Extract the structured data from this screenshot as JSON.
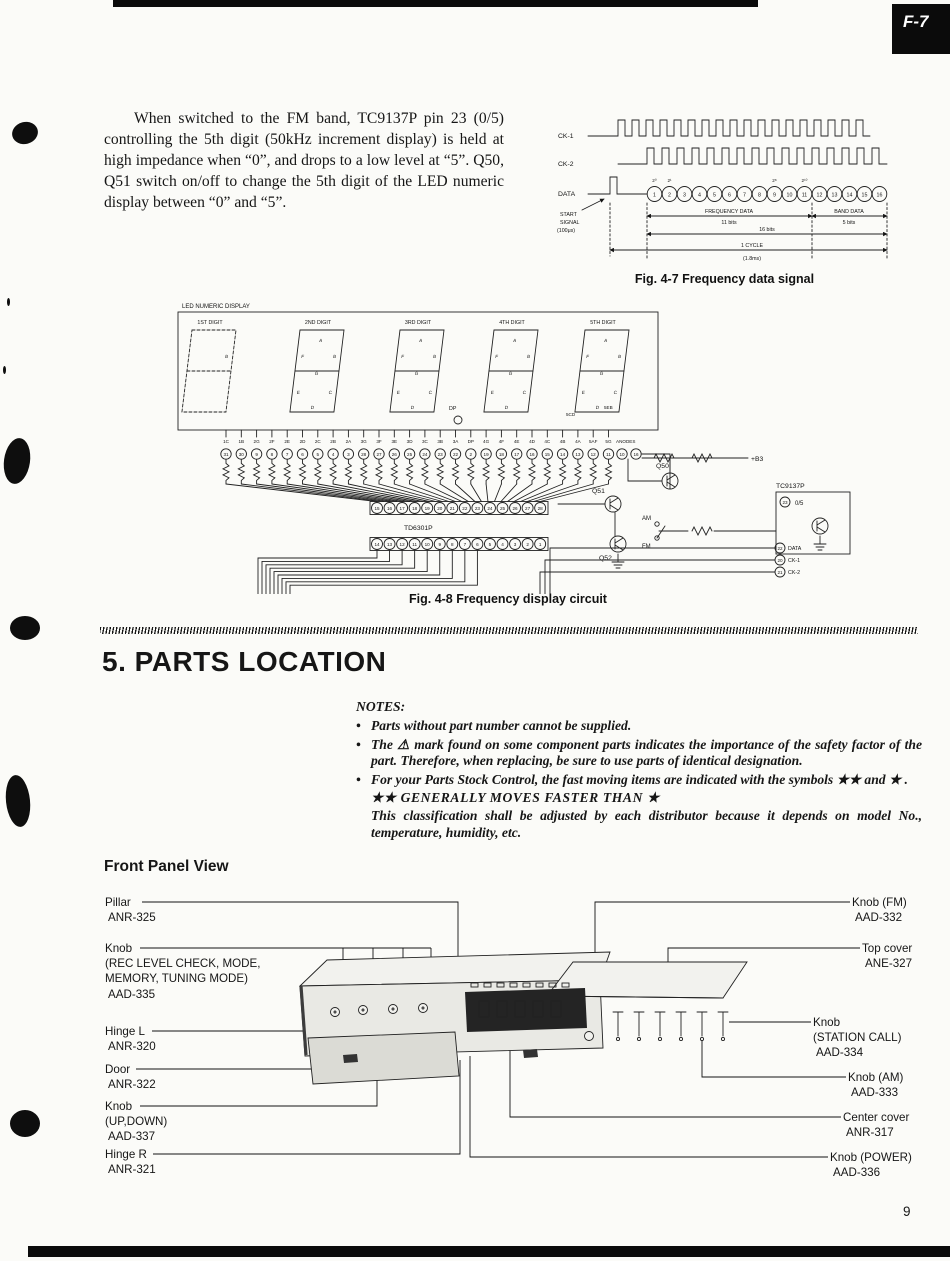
{
  "page": {
    "tab_label": "F-7",
    "page_number": "9"
  },
  "intro_paragraph": "When switched to the FM band, TC9137P pin 23 (0/5) controlling the 5th digit (50kHz increment display) is held at high impedance when “0”, and drops to a low level at “5”. Q50, Q51 switch on/off to change the 5th digit of the LED numeric display between “0” and “5”.",
  "fig_4_7": {
    "caption": "Fig. 4-7  Frequency data signal",
    "signal_ck1": "CK-1",
    "signal_ck2": "CK-2",
    "signal_data": "DATA",
    "start_signal": [
      "START",
      "SIGNAL",
      "(100μs)"
    ],
    "bit_numbers": [
      "1",
      "2",
      "3",
      "4",
      "5",
      "6",
      "7",
      "8",
      "9",
      "10",
      "11",
      "12",
      "13",
      "14",
      "15",
      "16"
    ],
    "power_labels": [
      {
        "text": "2⁰",
        "cell": 0
      },
      {
        "text": "2¹",
        "cell": 1
      },
      {
        "text": "2⁸",
        "cell": 8
      },
      {
        "text": "2¹⁰",
        "cell": 10
      }
    ],
    "frequency_data_label": "FREQUENCY  DATA",
    "frequency_bits": "11 bits",
    "band_data_label": "BAND DATA",
    "band_bits": "5 bits",
    "total_bits": "16 bits",
    "cycle_label": "1 CYCLE",
    "cycle_time": "(1.8ms)"
  },
  "fig_4_8": {
    "caption": "Fig. 4-8  Frequency display circuit",
    "display_title": "LED NUMERIC DISPLAY",
    "digit_labels": [
      "1ST DIGIT",
      "2ND DIGIT",
      "3RD DIGIT",
      "4TH DIGIT",
      "5TH DIGIT"
    ],
    "segment_letters": [
      "A",
      "B",
      "C",
      "D",
      "E",
      "F",
      "G"
    ],
    "dp_label": "DP",
    "seg_5cd": "5CD",
    "seg_5eb": "5EB",
    "pin_labels": [
      "1C",
      "1B",
      "2G",
      "2F",
      "2E",
      "2D",
      "2C",
      "2B",
      "2A",
      "3G",
      "3F",
      "3E",
      "3D",
      "3C",
      "3B",
      "3A",
      "DP",
      "4G",
      "4F",
      "4E",
      "4D",
      "4C",
      "4B",
      "4A",
      "5AF",
      "5G"
    ],
    "pin_numbers": [
      "31",
      "30",
      "9",
      "8",
      "7",
      "6",
      "5",
      "4",
      "3",
      "28",
      "27",
      "26",
      "25",
      "24",
      "23",
      "22",
      "2",
      "19",
      "18",
      "17",
      "16",
      "15",
      "14",
      "13",
      "12",
      "11"
    ],
    "anodes_label": "ANODES",
    "anode_pins": [
      "10",
      "16"
    ],
    "chip_label": "TD6301P",
    "chip_pins_top": [
      "15",
      "16",
      "17",
      "18",
      "19",
      "20",
      "21",
      "22",
      "23",
      "24",
      "25",
      "26",
      "27",
      "28"
    ],
    "chip_pins_bottom": [
      "14",
      "13",
      "12",
      "11",
      "10",
      "9",
      "8",
      "7",
      "6",
      "5",
      "4",
      "3",
      "2",
      "1"
    ],
    "q50": "Q50",
    "q51": "Q51",
    "q52": "Q52",
    "am_label": "AM",
    "fm_label": "FM",
    "ic_label": "TC9137P",
    "ic_mode": "0/5",
    "ic_mode_pin": "23",
    "ic_pins": [
      {
        "num": "22",
        "label": "DATA"
      },
      {
        "num": "20",
        "label": "CK-1"
      },
      {
        "num": "21",
        "label": "CK-2"
      }
    ],
    "b3_label": "+B3"
  },
  "parts_section": {
    "title": "5. PARTS  LOCATION",
    "notes_heading": "NOTES:",
    "bullet": "•",
    "note1": "Parts without part number cannot be supplied.",
    "note2": {
      "pre": "The",
      "symbol": "⚠",
      "post": "mark found on some component parts indicates the importance of the safety factor of the part. Therefore, when replacing, be sure to use parts of identical designation."
    },
    "note3": "For your Parts Stock Control, the fast moving items are indicated with the symbols ★★ and ★ .",
    "note3_sub": "★★  GENERALLY  MOVES  FASTER  THAN  ★",
    "note3_cont": "This classification shall be adjusted by each distributor because it depends on model No., temperature, humidity, etc."
  },
  "front_panel": {
    "title": "Front Panel View",
    "left_callouts": [
      {
        "lines": [
          "Pillar"
        ],
        "part": "ANR-325"
      },
      {
        "lines": [
          "Knob",
          "(REC LEVEL CHECK, MODE,",
          " MEMORY,  TUNING  MODE)"
        ],
        "part": "AAD-335"
      },
      {
        "lines": [
          "Hinge L"
        ],
        "part": "ANR-320"
      },
      {
        "lines": [
          "Door"
        ],
        "part": "ANR-322"
      },
      {
        "lines": [
          "Knob",
          "(UP,DOWN)"
        ],
        "part": "AAD-337"
      },
      {
        "lines": [
          "Hinge R"
        ],
        "part": "ANR-321"
      }
    ],
    "right_callouts": [
      {
        "lines": [
          "Knob (FM)"
        ],
        "part": "AAD-332"
      },
      {
        "lines": [
          "Top cover"
        ],
        "part": "ANE-327"
      },
      {
        "lines": [
          "Knob",
          "(STATION CALL)"
        ],
        "part": "AAD-334"
      },
      {
        "lines": [
          "Knob (AM)"
        ],
        "part": "AAD-333"
      },
      {
        "lines": [
          "Center cover"
        ],
        "part": "ANR-317"
      },
      {
        "lines": [
          "Knob (POWER)"
        ],
        "part": "AAD-336"
      }
    ]
  }
}
